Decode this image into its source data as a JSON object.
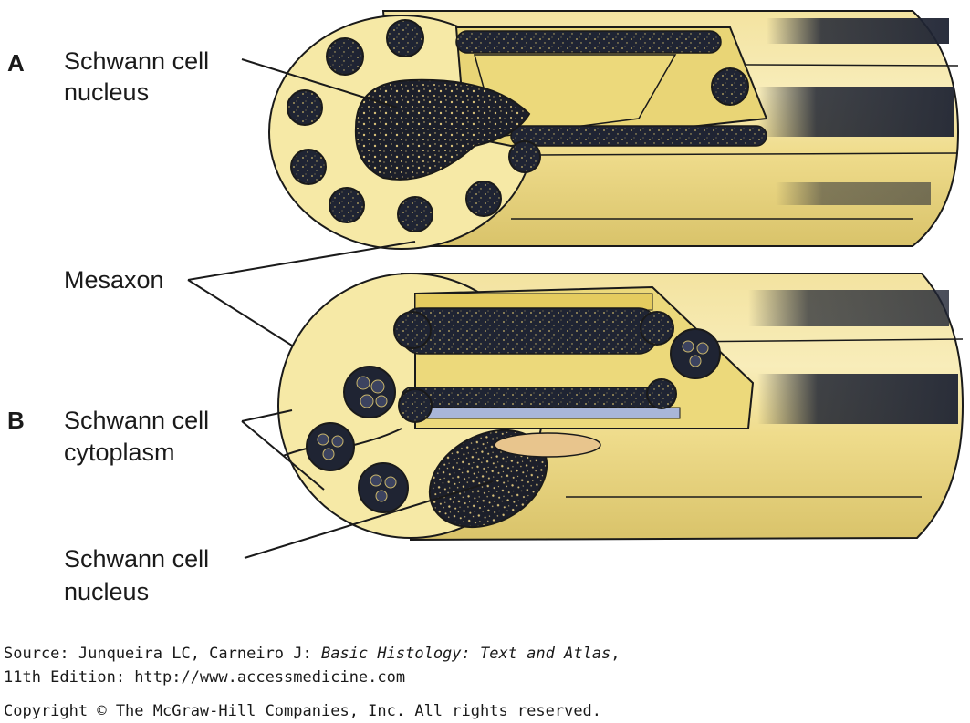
{
  "colors": {
    "cytoplasm": "#f6e9a6",
    "cytoplasm_light": "#f9efbe",
    "axon": "#1f2433",
    "axon_blue": "#a9b6d9",
    "nucleus_tan": "#e8c58d",
    "outline": "#1a1a1a"
  },
  "panel_a": {
    "letter": "A",
    "nucleus_label_line1": "Schwann cell",
    "nucleus_label_line2": "nucleus"
  },
  "shared": {
    "mesaxon_label": "Mesaxon"
  },
  "panel_b": {
    "letter": "B",
    "cytoplasm_label_line1": "Schwann cell",
    "cytoplasm_label_line2": "cytoplasm",
    "nucleus_label_line1": "Schwann cell",
    "nucleus_label_line2": "nucleus"
  },
  "caption": {
    "source_prefix": "Source: Junqueira LC, Carneiro J: ",
    "book_title": "Basic Histology: Text and Atlas",
    "source_suffix": ",",
    "edition_line": "11th Edition: http://www.accessmedicine.com",
    "copyright": "Copyright © The McGraw-Hill Companies, Inc. All rights reserved."
  }
}
